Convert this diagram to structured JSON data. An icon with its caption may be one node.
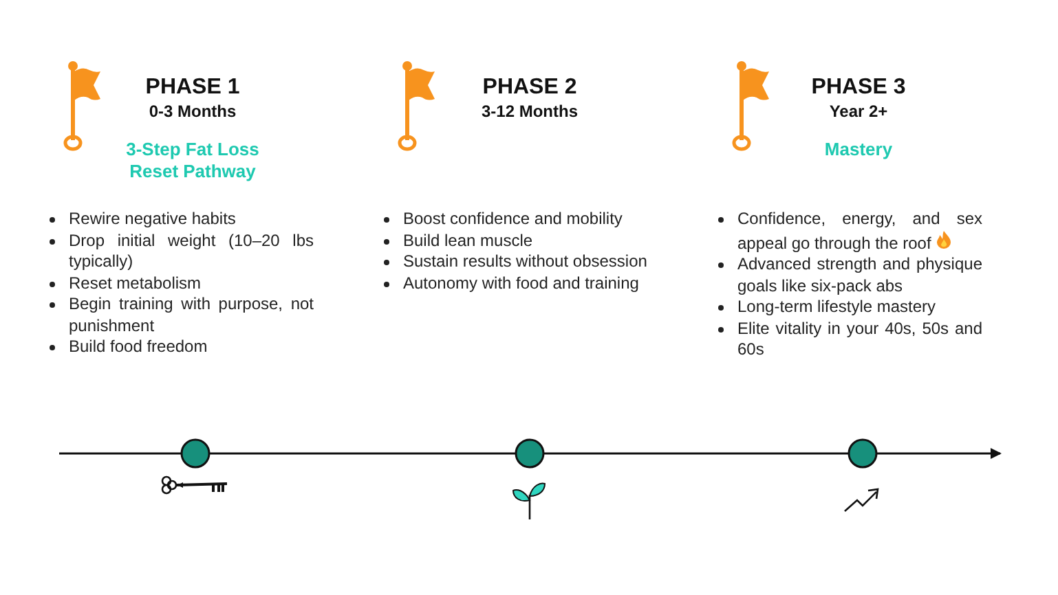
{
  "diagram": {
    "nodes": [
      {
        "text": [],
        "shape": "circle"
      },
      {
        "text": [],
        "shape": "circle"
      },
      {
        "text": [],
        "shape": "circle"
      }
    ],
    "edges": [
      {
        "from": null,
        "to": 0,
        "arrow": "none"
      },
      {
        "from": 0,
        "to": 1,
        "arrow": "none"
      },
      {
        "from": 1,
        "to": 2,
        "arrow": "none"
      },
      {
        "from": 2,
        "to": null,
        "arrow": "to"
      }
    ],
    "labels": [
      "PHASE 1",
      "0-3 Months",
      "3-Step Fat Loss Reset Pathway",
      "Rewire negative habits",
      "Drop initial weight (10–20 lbs typically)",
      "Reset metabolism",
      "Begin training with purpose, not punishment",
      "Build food freedom",
      "PHASE 2",
      "3-12 Months",
      "Boost confidence and mobility",
      "Build lean muscle",
      "Sustain results without obsession",
      "Autonomy with food and training",
      "PHASE 3",
      "Year 2+",
      "Mastery",
      "Confidence, energy, and sex appeal go through the roof",
      "Advanced strength and physique goals like six-pack abs",
      "Long-term lifestyle mastery",
      "Elite vitality in your 40s, 50s and 60s"
    ]
  }
}
